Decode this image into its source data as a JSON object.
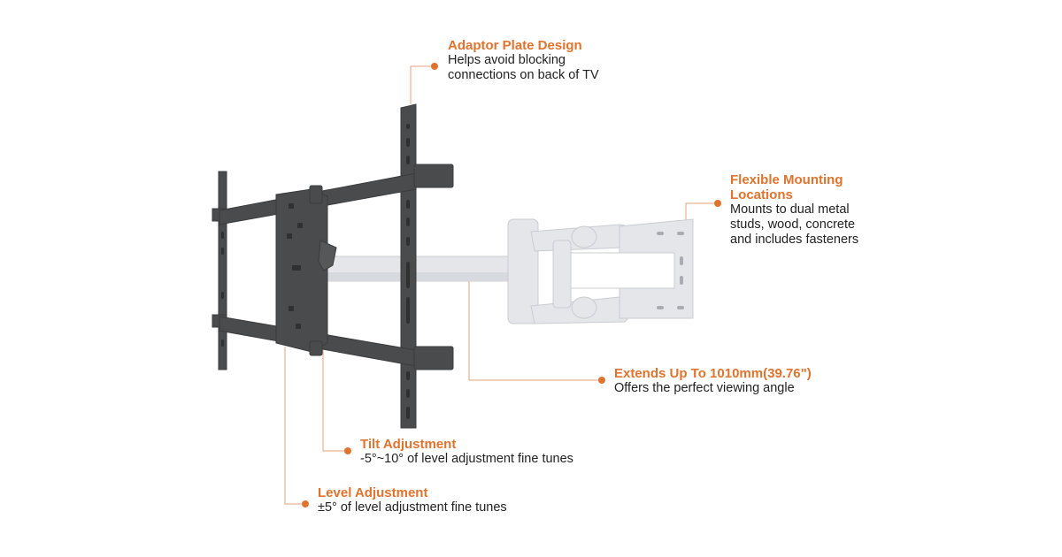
{
  "colors": {
    "accent": "#e0732e",
    "text": "#222222",
    "leader": "#e5a27c",
    "bracket_dark": "#4a4b4d",
    "arm_light": "#e4e6e9"
  },
  "callouts": {
    "adaptor": {
      "title": "Adaptor Plate Design",
      "desc": "Helps avoid blocking\nconnections on back of TV"
    },
    "flexible": {
      "title": "Flexible Mounting\nLocations",
      "desc": "Mounts to dual metal\nstuds, wood, concrete\nand includes fasteners"
    },
    "extends": {
      "title": "Extends Up To 1010mm(39.76\")",
      "desc": "Offers the perfect viewing angle"
    },
    "tilt": {
      "title": "Tilt Adjustment",
      "desc": "-5°~10° of level adjustment fine tunes"
    },
    "level": {
      "title": "Level Adjustment",
      "desc": "±5° of level adjustment fine tunes"
    }
  }
}
